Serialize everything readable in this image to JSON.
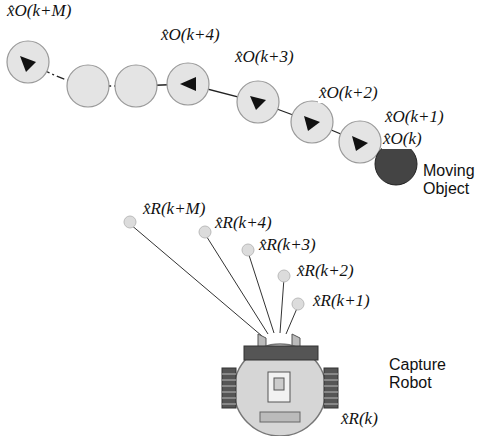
{
  "diagram": {
    "labels": [
      "x̂O(k+M)",
      "x̂O(k+4)",
      "x̂O(k+3)",
      "x̂O(k+2)",
      "x̂O(k+1)",
      "x̂O(k)",
      "Moving Object",
      "x̂R(k+M)",
      "x̂R(k+4)",
      "x̂R(k+3)",
      "x̂R(k+2)",
      "x̂R(k+1)",
      "Capture Robot",
      "x̂R(k)"
    ]
  }
}
